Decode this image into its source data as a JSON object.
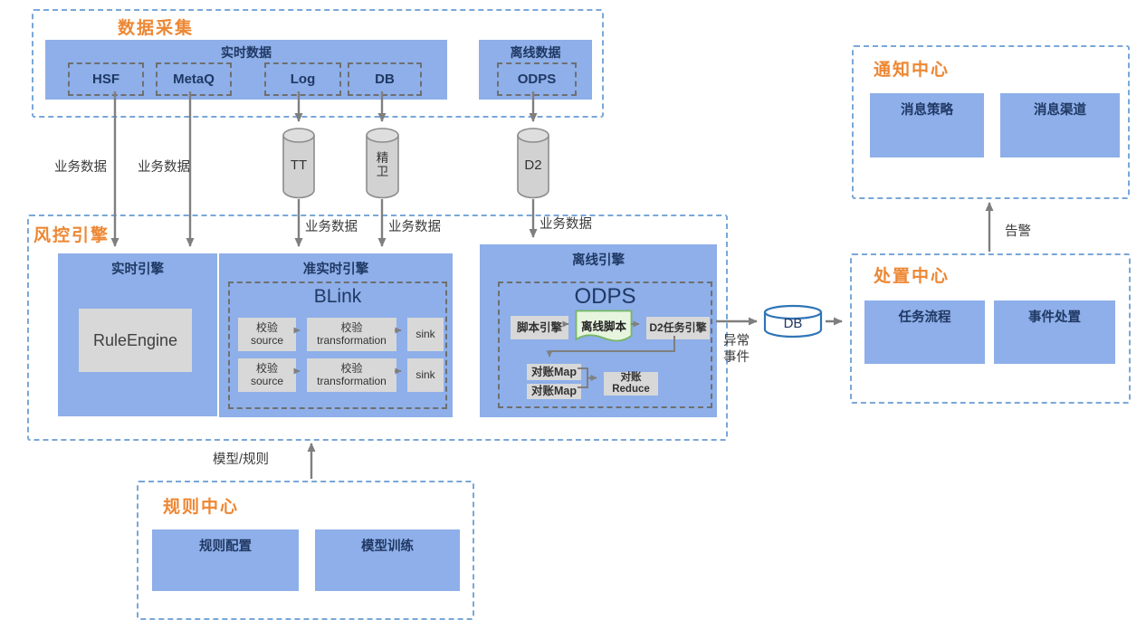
{
  "colors": {
    "accent_orange": "#ED8733",
    "node_blue": "#8EAFE9",
    "frame_dash_blue": "#79A7D8",
    "inner_dash_gray": "#6F6F6F",
    "node_gray": "#D8D8D8",
    "arrow_gray": "#7F7F7F",
    "db_cylinder_blue": "#2E75B6",
    "script_green_fill": "#E7F5DF",
    "script_green_border": "#76B864",
    "title_navy": "#203864"
  },
  "labels": {
    "business_data": "业务数据",
    "model_rule": "模型/规则",
    "alert": "告警",
    "abnormal_event": "异常\n事件"
  },
  "data_collection": {
    "title": "数据采集",
    "realtime_group": {
      "title": "实时数据",
      "items": [
        "HSF",
        "MetaQ",
        "Log",
        "DB"
      ]
    },
    "offline_group": {
      "title": "离线数据",
      "items": [
        "ODPS"
      ]
    }
  },
  "pipes": {
    "tt": "TT",
    "jingwei": "精\n卫",
    "d2": "D2",
    "db": "DB"
  },
  "risk_engine": {
    "title": "风控引擎",
    "realtime": {
      "title": "实时引擎",
      "core": "RuleEngine"
    },
    "near_realtime": {
      "title": "准实时引擎",
      "framework": "BLink",
      "rows": [
        {
          "source": "校验\nsource",
          "transformation": "校验\ntransformation",
          "sink": "sink"
        },
        {
          "source": "校验\nsource",
          "transformation": "校验\ntransformation",
          "sink": "sink"
        }
      ]
    },
    "offline": {
      "title": "离线引擎",
      "framework": "ODPS",
      "script_engine": "脚本引擎",
      "offline_script": "离线脚本",
      "d2_task_engine": "D2任务引擎",
      "recon_map_1": "对账Map",
      "recon_map_2": "对账Map",
      "recon_reduce": "对账\nReduce"
    }
  },
  "dispose_center": {
    "title": "处置中心",
    "items": [
      "任务流程",
      "事件处置"
    ]
  },
  "notify_center": {
    "title": "通知中心",
    "items": [
      "消息策略",
      "消息渠道"
    ]
  },
  "rule_center": {
    "title": "规则中心",
    "items": [
      "规则配置",
      "模型训练"
    ]
  }
}
